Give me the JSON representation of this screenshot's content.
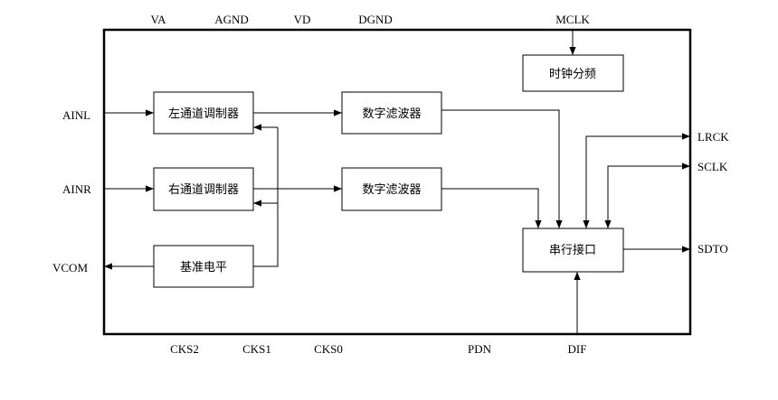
{
  "pins_top": [
    "VA",
    "AGND",
    "VD",
    "DGND",
    "MCLK"
  ],
  "pins_bottom": [
    "CKS2",
    "CKS1",
    "CKS0",
    "PDN",
    "DIF"
  ],
  "pins_left": [
    "AINL",
    "AINR",
    "VCOM"
  ],
  "pins_right": [
    "LRCK",
    "SCLK",
    "SDTO"
  ],
  "blocks": {
    "clock_divider": "时钟分频",
    "left_modulator": "左通道调制器",
    "right_modulator": "右通道调制器",
    "digital_filter_1": "数字滤波器",
    "digital_filter_2": "数字滤波器",
    "reference_level": "基准电平",
    "serial_interface": "串行接口"
  }
}
